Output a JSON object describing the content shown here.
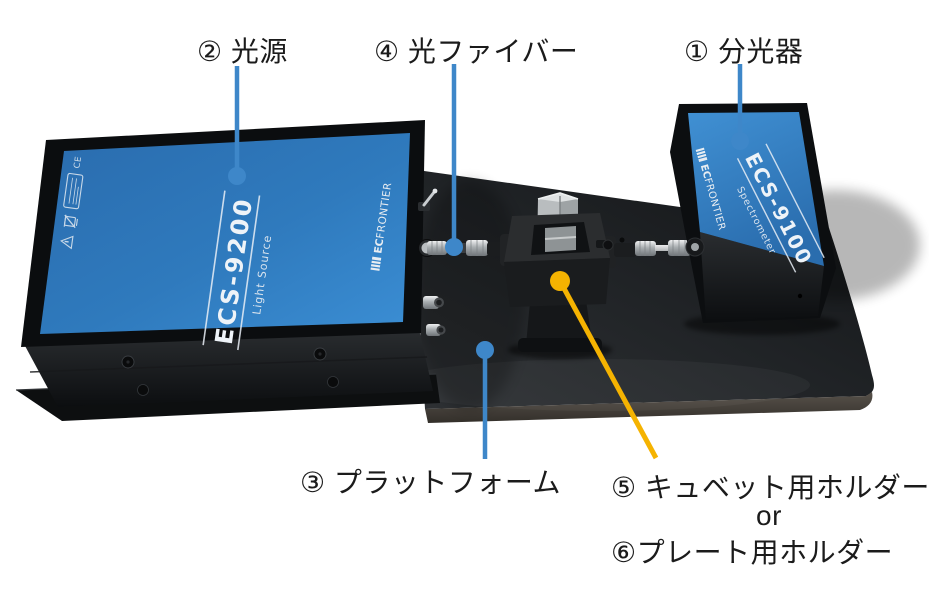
{
  "diagram": {
    "background": "#ffffff",
    "callouts": {
      "spectrometer": "① 分光器",
      "light_source": "② 光源",
      "platform": "③ プラットフォーム",
      "optical_fiber": "④ 光ファイバー",
      "cuvette_holder": "⑤ キュベット用ホルダー",
      "or": "or",
      "plate_holder": "⑥プレート用ホルダー"
    },
    "devices": {
      "light_source": {
        "model": "ECS-9200",
        "type": "Light Source"
      },
      "spectrometer": {
        "model": "ECS-9100",
        "type": "Spectrometer"
      },
      "brand": {
        "ec": "EC",
        "frontier": "FRONTIER"
      },
      "regulatory": {
        "ce": "CE"
      }
    },
    "colors": {
      "leader_blue": "#3e87c9",
      "leader_yellow": "#f5b301",
      "device_blue": "#2e7abf",
      "platform_black": "#1a1c1f"
    }
  }
}
